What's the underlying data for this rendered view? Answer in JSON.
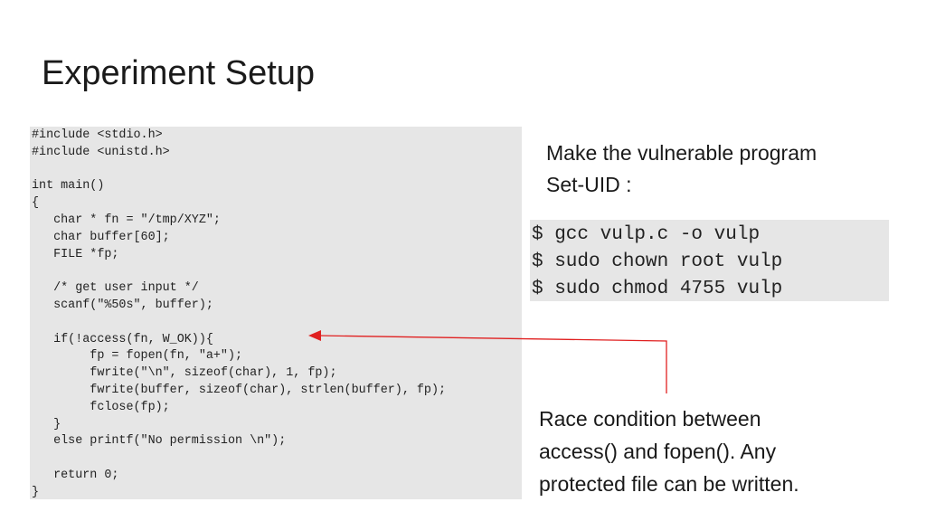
{
  "title": "Experiment Setup",
  "code": {
    "source": "#include <stdio.h>\n#include <unistd.h>\n\nint main()\n{\n   char * fn = \"/tmp/XYZ\";\n   char buffer[60];\n   FILE *fp;\n\n   /* get user input */\n   scanf(\"%50s\", buffer);\n\n   if(!access(fn, W_OK)){\n        fp = fopen(fn, \"a+\");\n        fwrite(\"\\n\", sizeof(char), 1, fp);\n        fwrite(buffer, sizeof(char), strlen(buffer), fp);\n        fclose(fp);\n   }\n   else printf(\"No permission \\n\");\n\n   return 0;\n}"
  },
  "description": {
    "line1": "Make the vulnerable program",
    "line2": "Set-UID :"
  },
  "commands": [
    "$ gcc vulp.c -o vulp",
    "$ sudo chown root vulp",
    "$ sudo chmod 4755 vulp"
  ],
  "note": {
    "line1": "Race condition between",
    "line2": "access() and fopen(). Any",
    "line3": "protected file can be written."
  },
  "colors": {
    "arrow": "#e02020",
    "panel": "#e6e6e6"
  }
}
